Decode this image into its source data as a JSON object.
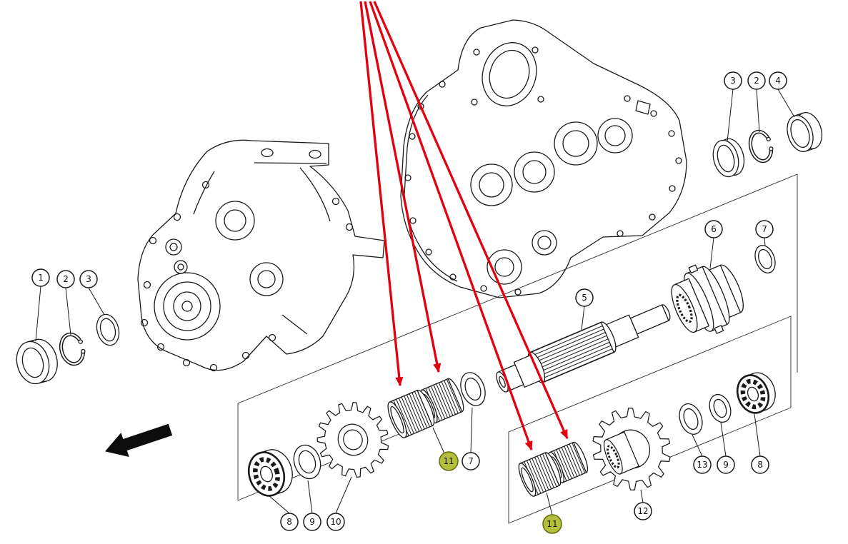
{
  "diagram": {
    "type": "exploded_parts_diagram",
    "part_numbers": [
      "1",
      "2",
      "3",
      "4",
      "5",
      "6",
      "7",
      "8",
      "9",
      "10",
      "11",
      "12",
      "13"
    ],
    "highlighted_label": "11",
    "red_arrow_count": 4,
    "colors": {
      "line": "#1a1a1a",
      "arrow": "#e30010",
      "highlight_fill": "#b5bf3e",
      "highlight_stroke": "#606c0a",
      "background": "#ffffff"
    },
    "callouts": [
      {
        "label": "1",
        "highlighted": false
      },
      {
        "label": "2",
        "highlighted": false
      },
      {
        "label": "3",
        "highlighted": false
      },
      {
        "label": "3",
        "highlighted": false
      },
      {
        "label": "2",
        "highlighted": false
      },
      {
        "label": "4",
        "highlighted": false
      },
      {
        "label": "6",
        "highlighted": false
      },
      {
        "label": "7",
        "highlighted": false
      },
      {
        "label": "5",
        "highlighted": false
      },
      {
        "label": "7",
        "highlighted": false
      },
      {
        "label": "11",
        "highlighted": true
      },
      {
        "label": "8",
        "highlighted": false
      },
      {
        "label": "9",
        "highlighted": false
      },
      {
        "label": "10",
        "highlighted": false
      },
      {
        "label": "11",
        "highlighted": true
      },
      {
        "label": "12",
        "highlighted": false
      },
      {
        "label": "13",
        "highlighted": false
      },
      {
        "label": "9",
        "highlighted": false
      },
      {
        "label": "8",
        "highlighted": false
      }
    ]
  }
}
